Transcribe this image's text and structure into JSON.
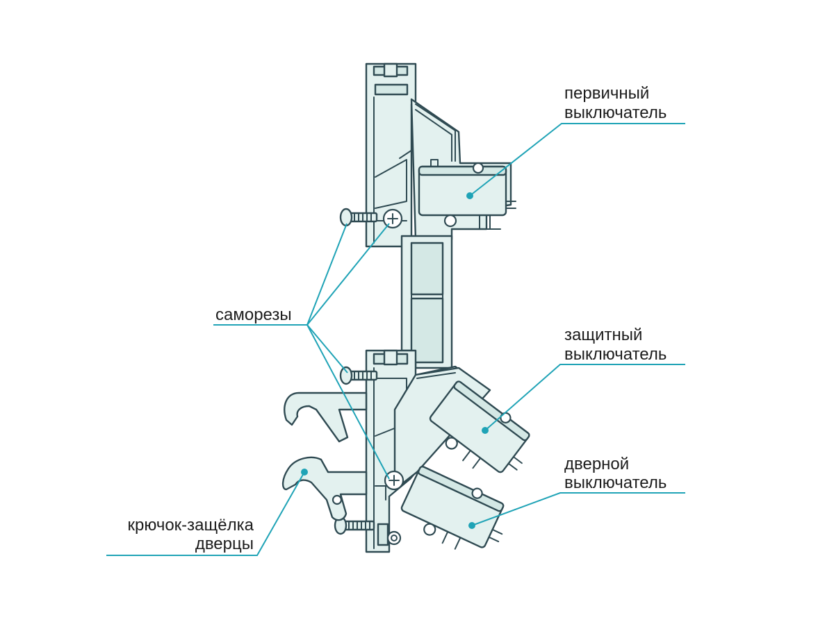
{
  "colors": {
    "leader": "#1fa3b6",
    "outline": "#2f4a52",
    "part_fill": "#e3f1ef",
    "text": "#1c1c1c"
  },
  "labels": {
    "primary_switch": {
      "line1": "первичный",
      "line2": "выключатель"
    },
    "screws": {
      "line1": "саморезы"
    },
    "safety_switch": {
      "line1": "защитный",
      "line2": "выключатель"
    },
    "door_switch": {
      "line1": "дверной",
      "line2": "выключатель"
    },
    "door_hook": {
      "line1": "крючок-защёлка",
      "line2": "дверцы"
    }
  }
}
